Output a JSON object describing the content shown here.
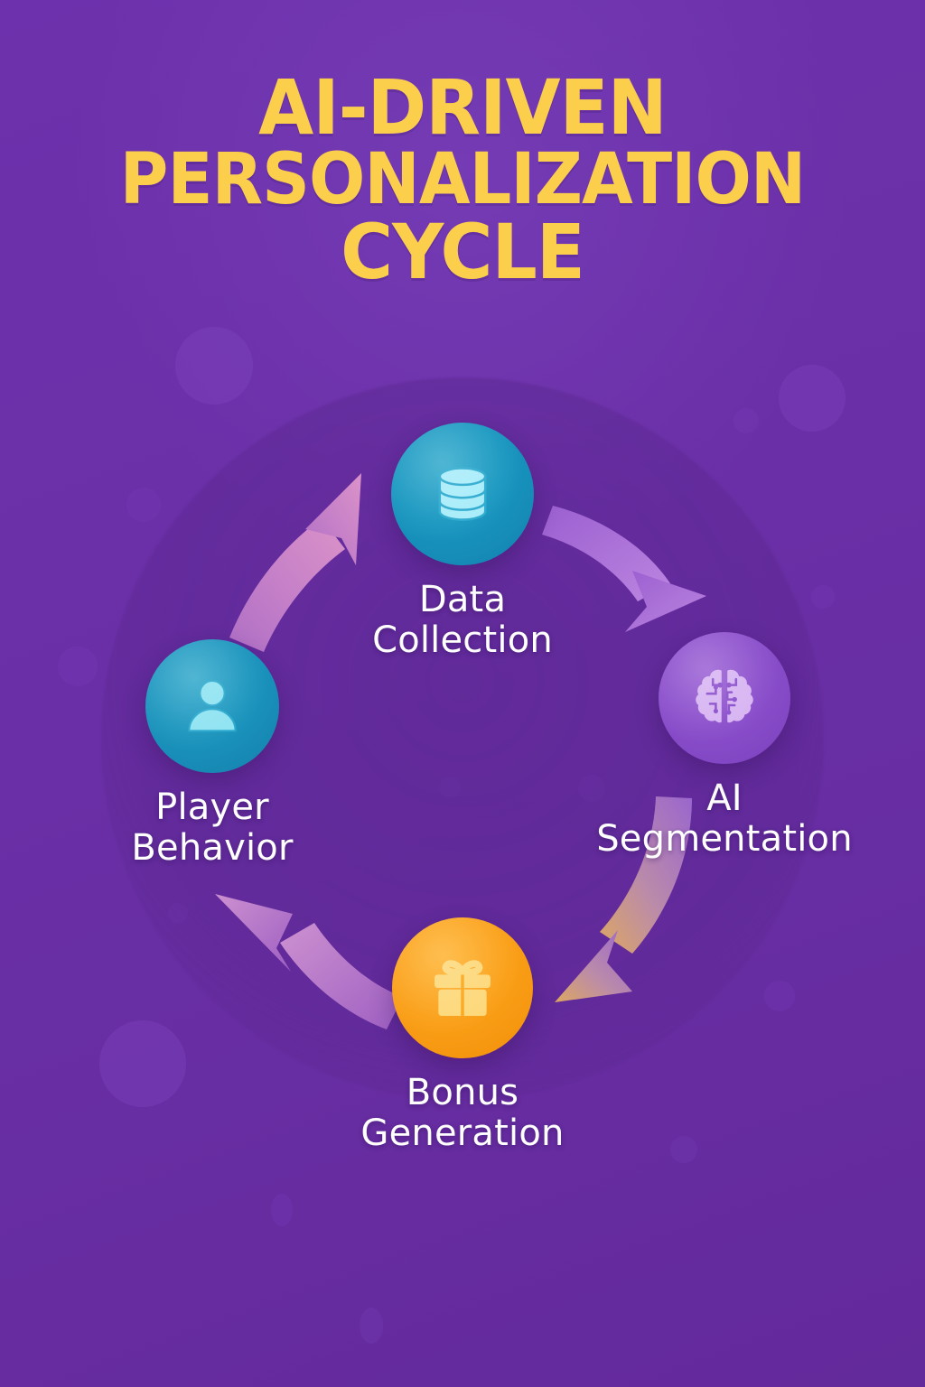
{
  "title": {
    "line1": "AI-Driven",
    "line2": "Personalization",
    "line3": "Cycle",
    "color": "#FBCF4B"
  },
  "background": {
    "color": "#6A2FA8",
    "disc_color": "#5C2892"
  },
  "diagram": {
    "type": "cycle",
    "direction": "clockwise",
    "nodes": [
      {
        "id": "data-collection",
        "label": "Data\nCollection",
        "label_line1": "Data",
        "label_line2": "Collection",
        "icon": "database-icon",
        "circle_color": "#1897C0",
        "icon_color": "#A8ECFA",
        "position": "top"
      },
      {
        "id": "ai-segmentation",
        "label": "AI\nSegmentation",
        "label_line1": "AI",
        "label_line2": "Segmentation",
        "icon": "brain-icon",
        "circle_color": "#8A4ECB",
        "icon_color": "#D7B4F2",
        "position": "right"
      },
      {
        "id": "bonus-generation",
        "label": "Bonus\nGeneration",
        "label_line1": "Bonus",
        "label_line2": "Generation",
        "icon": "gift-icon",
        "circle_color": "#FA9F17",
        "icon_color": "#FDD879",
        "position": "bottom"
      },
      {
        "id": "player-behavior",
        "label": "Player\nBehavior",
        "label_line1": "Player",
        "label_line2": "Behavior",
        "icon": "user-icon",
        "circle_color": "#1A94BD",
        "icon_color": "#8FE3F2",
        "position": "left"
      }
    ],
    "arrows": [
      {
        "id": "arrow-data-to-ai",
        "from": "data-collection",
        "to": "ai-segmentation",
        "color_start": "#9B5FD0",
        "color_end": "#B87FDE"
      },
      {
        "id": "arrow-ai-to-bonus",
        "from": "ai-segmentation",
        "to": "bonus-generation",
        "color_start": "#9B67CF",
        "color_end": "#DDA761"
      },
      {
        "id": "arrow-bonus-to-player",
        "from": "bonus-generation",
        "to": "player-behavior",
        "color_start": "#A262C4",
        "color_end": "#C98ACD"
      },
      {
        "id": "arrow-player-to-data",
        "from": "player-behavior",
        "to": "data-collection",
        "color_start": "#B774C9",
        "color_end": "#D98FC8"
      }
    ]
  }
}
